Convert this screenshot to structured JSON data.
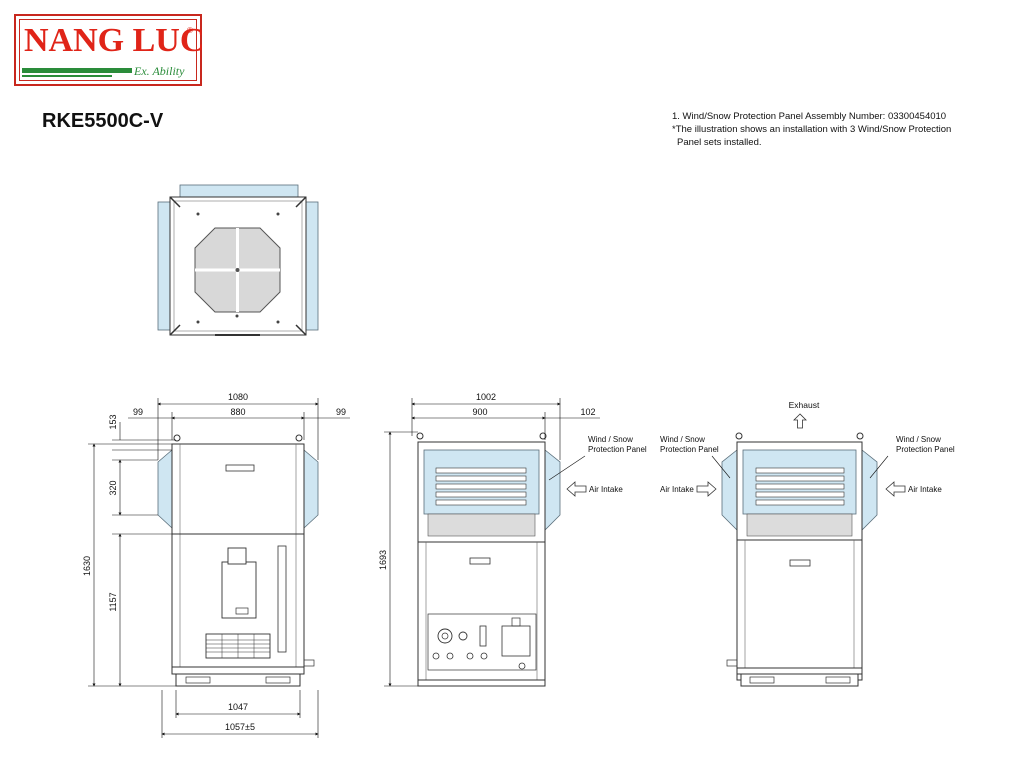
{
  "logo": {
    "name": "NANG LUC",
    "tagline": "Ex. Ability",
    "reg": "®"
  },
  "model": "RKE5500C-V",
  "notes": [
    "1. Wind/Snow Protection Panel Assembly Number: 03300454010",
    "*The illustration shows an installation with 3 Wind/Snow Protection",
    "Panel sets installed."
  ],
  "colors": {
    "panel": "#cfe6f2",
    "panel_stroke": "#5a6e7a",
    "fan": "#d8d8d8",
    "brand_red": "#e02418",
    "brand_green": "#2a8c3a"
  },
  "front_view": {
    "dims": {
      "overall_width": "1080",
      "inner_width": "880",
      "left_margin": "99",
      "right_margin": "99",
      "top": "153",
      "panel_height": "320",
      "total_height": "1630",
      "lower_height": "1157",
      "base_width": "1047",
      "base_tolerance_width": "1057±5"
    }
  },
  "side_view": {
    "dims": {
      "overall_width": "1002",
      "inner_width": "900",
      "right_margin": "102",
      "total_height": "1693"
    },
    "labels": {
      "wind_snow_panel": [
        "Wind / Snow",
        "Protection Panel"
      ],
      "air_intake": "Air Intake"
    }
  },
  "rear_view": {
    "labels": {
      "exhaust": "Exhaust",
      "wind_snow_panel_left": [
        "Wind / Snow",
        "Protection Panel"
      ],
      "wind_snow_panel_right": [
        "Wind / Snow",
        "Protection Panel"
      ],
      "air_intake_left": "Air Intake",
      "air_intake_right": "Air Intake"
    }
  }
}
